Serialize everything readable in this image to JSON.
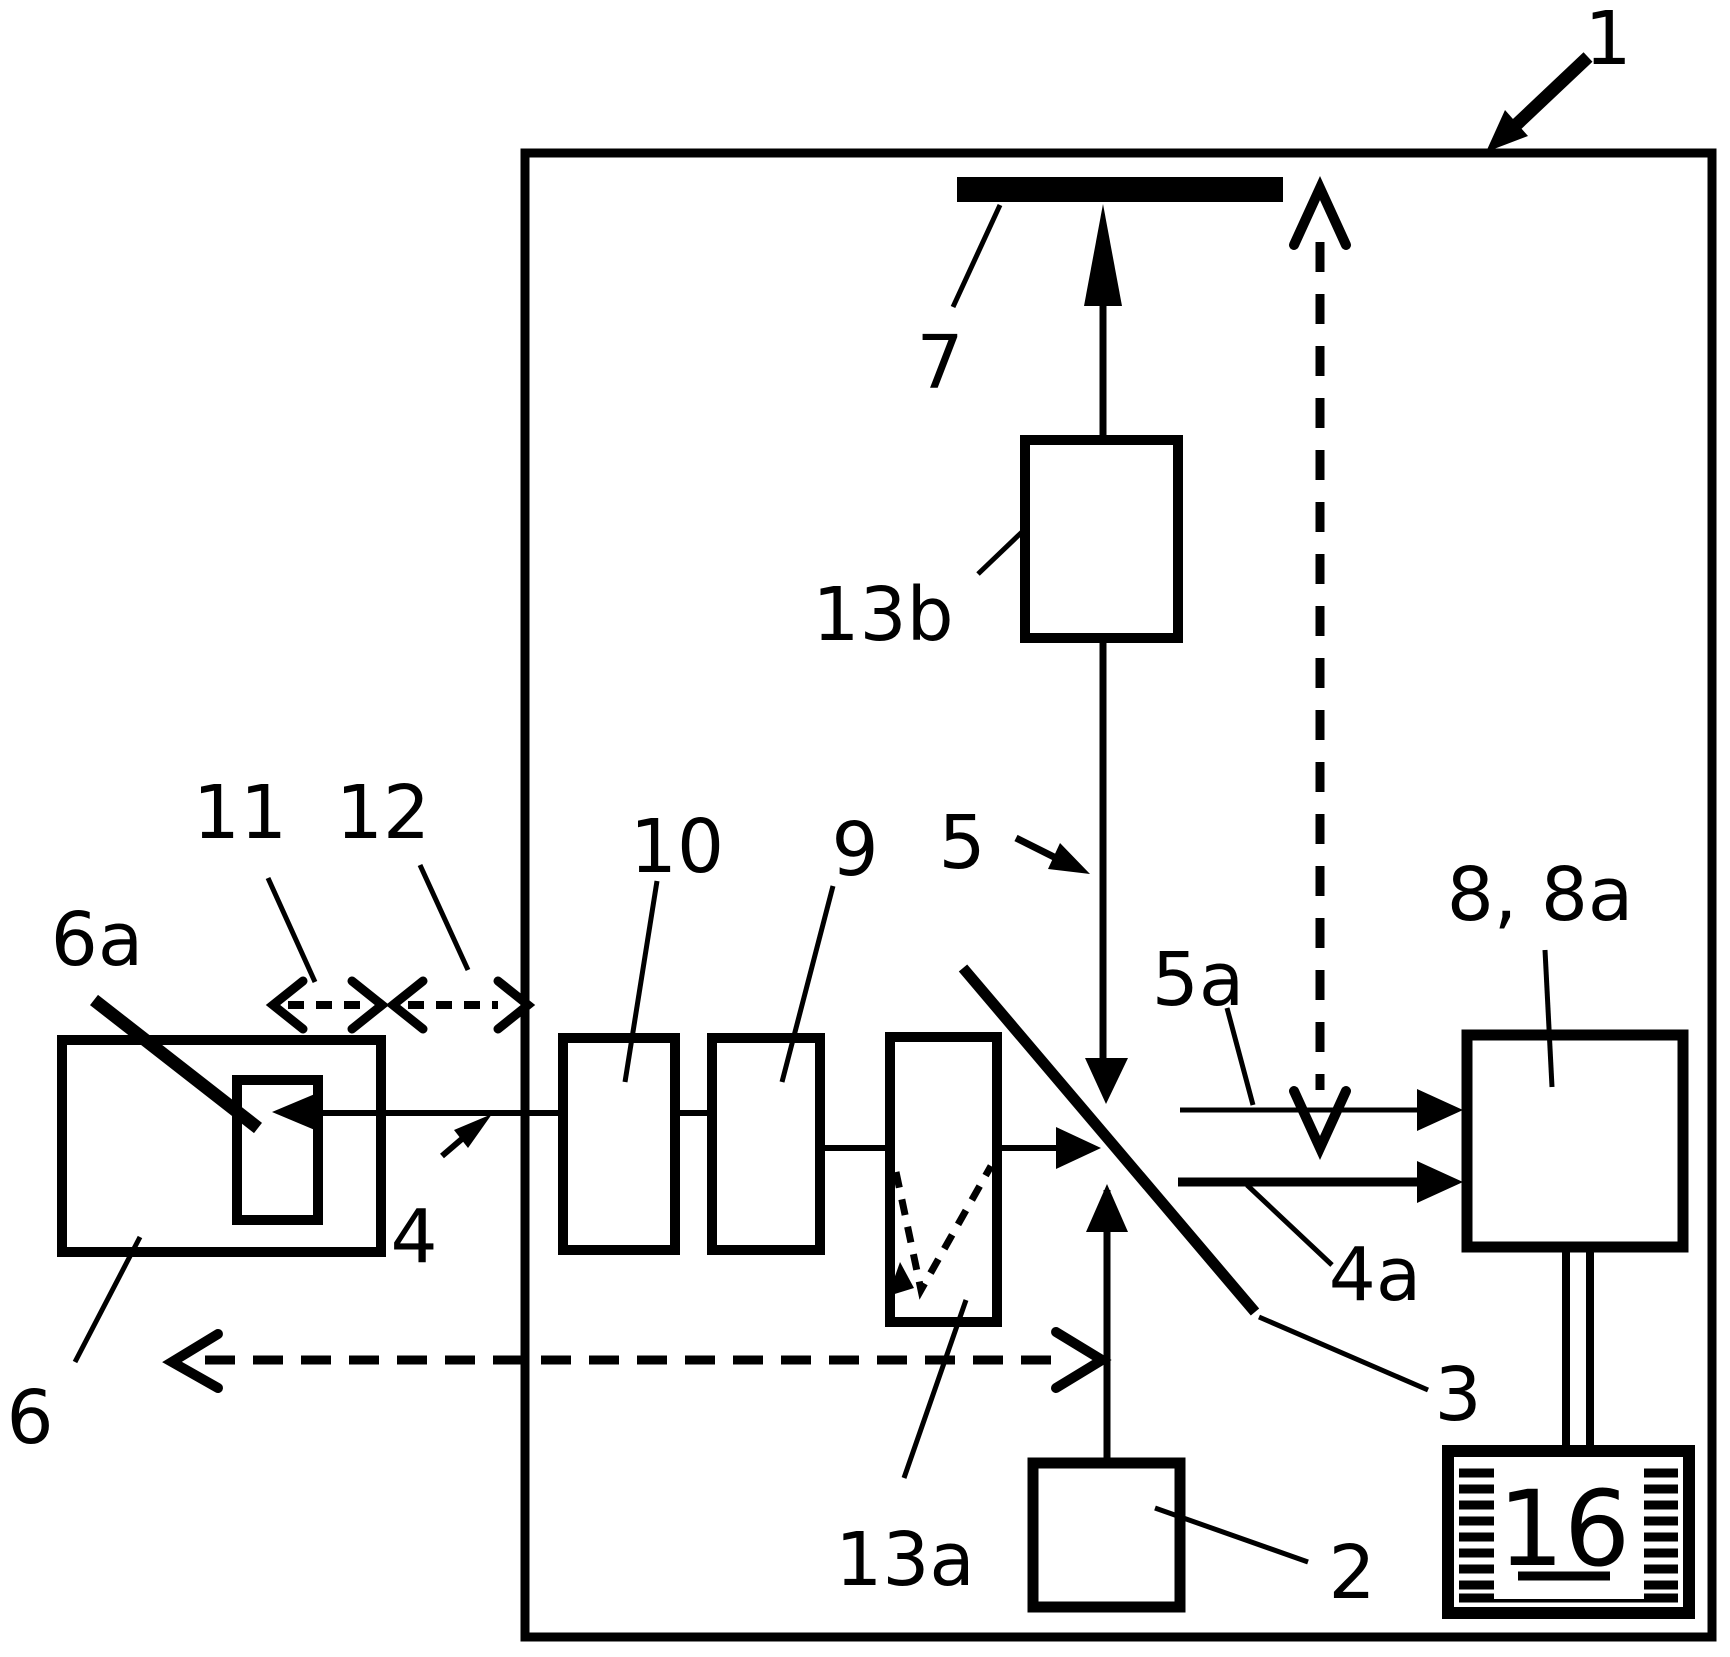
{
  "figure": {
    "kind": "patent-line-drawing",
    "description": "Optical interferometer schematic with laser source, beam splitter, reference mirror, measuring retroreflector, detectors and evaluation unit",
    "colors": {
      "ink": "#000000",
      "background": "#ffffff"
    },
    "labels": {
      "l1": "1",
      "l2": "2",
      "l3": "3",
      "l4": "4",
      "l4a": "4a",
      "l5": "5",
      "l5a": "5a",
      "l6": "6",
      "l6a": "6a",
      "l7": "7",
      "l8": "8, 8a",
      "l9": "9",
      "l10": "10",
      "l11": "11",
      "l12": "12",
      "l13a": "13a",
      "l13b": "13b",
      "l16": "16"
    }
  }
}
